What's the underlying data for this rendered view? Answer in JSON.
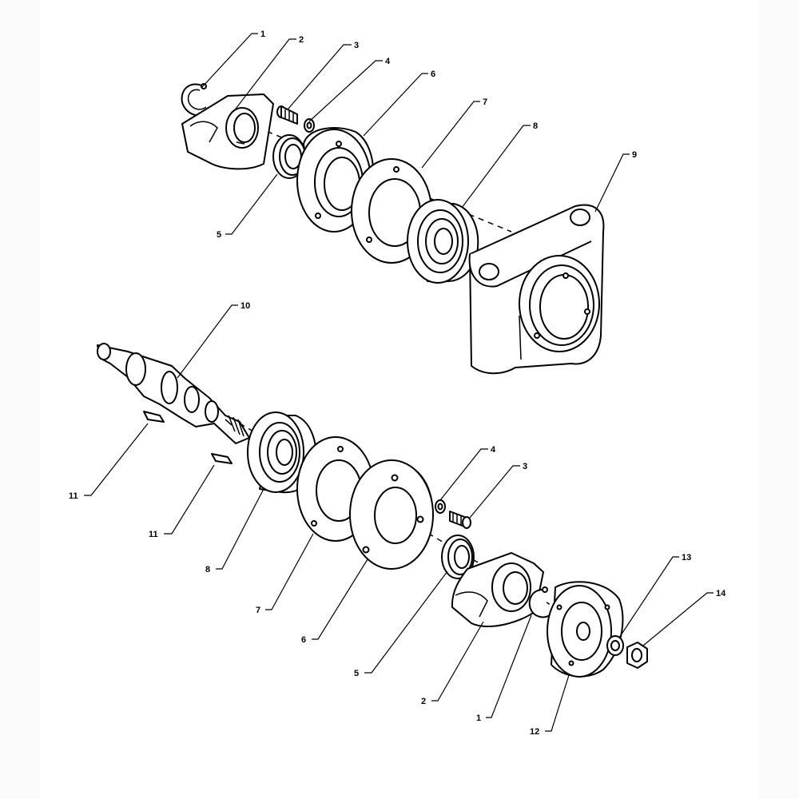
{
  "callouts": {
    "top": {
      "c1": "1",
      "c2": "2",
      "c3": "3",
      "c4": "4",
      "c5": "5",
      "c6": "6",
      "c7": "7",
      "c8": "8",
      "c9": "9"
    },
    "bottom": {
      "c10": "10",
      "c11a": "11",
      "c11b": "11",
      "c8": "8",
      "c7": "7",
      "c6": "6",
      "c5": "5",
      "c4": "4",
      "c3": "3",
      "c2": "2",
      "c1": "1",
      "c12": "12",
      "c13": "13",
      "c14": "14"
    }
  },
  "parts": {
    "part_1": "circlip-icon",
    "part_2": "eccentric-weight-icon",
    "part_3": "cap-screw-icon",
    "part_4": "washer-icon",
    "part_5": "seal-ring-icon",
    "part_6": "bearing-cover-icon",
    "part_7": "gasket-icon",
    "part_8": "ball-bearing-icon",
    "part_9": "bearing-housing-icon",
    "part_10": "shaft-icon",
    "part_11": "key-icon",
    "part_12": "pulley-icon",
    "part_13": "spring-washer-icon",
    "part_14": "hex-nut-icon"
  }
}
